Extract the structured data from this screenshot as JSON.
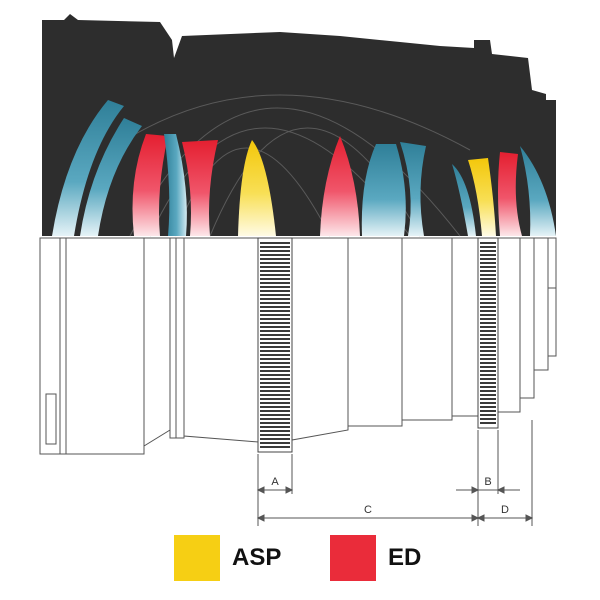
{
  "colors": {
    "housing": "#2d2d2d",
    "asp": "#f6cf14",
    "ed": "#ea2c3a",
    "glass": "#4a9bb4",
    "line": "#555555"
  },
  "dimensions": [
    {
      "id": "A",
      "label": "A"
    },
    {
      "id": "B",
      "label": "B"
    },
    {
      "id": "C",
      "label": "C"
    },
    {
      "id": "D",
      "label": "D"
    }
  ],
  "legend": [
    {
      "key": "asp",
      "label": "ASP",
      "color": "#f6cf14"
    },
    {
      "key": "ed",
      "label": "ED",
      "color": "#ea2c3a"
    }
  ]
}
